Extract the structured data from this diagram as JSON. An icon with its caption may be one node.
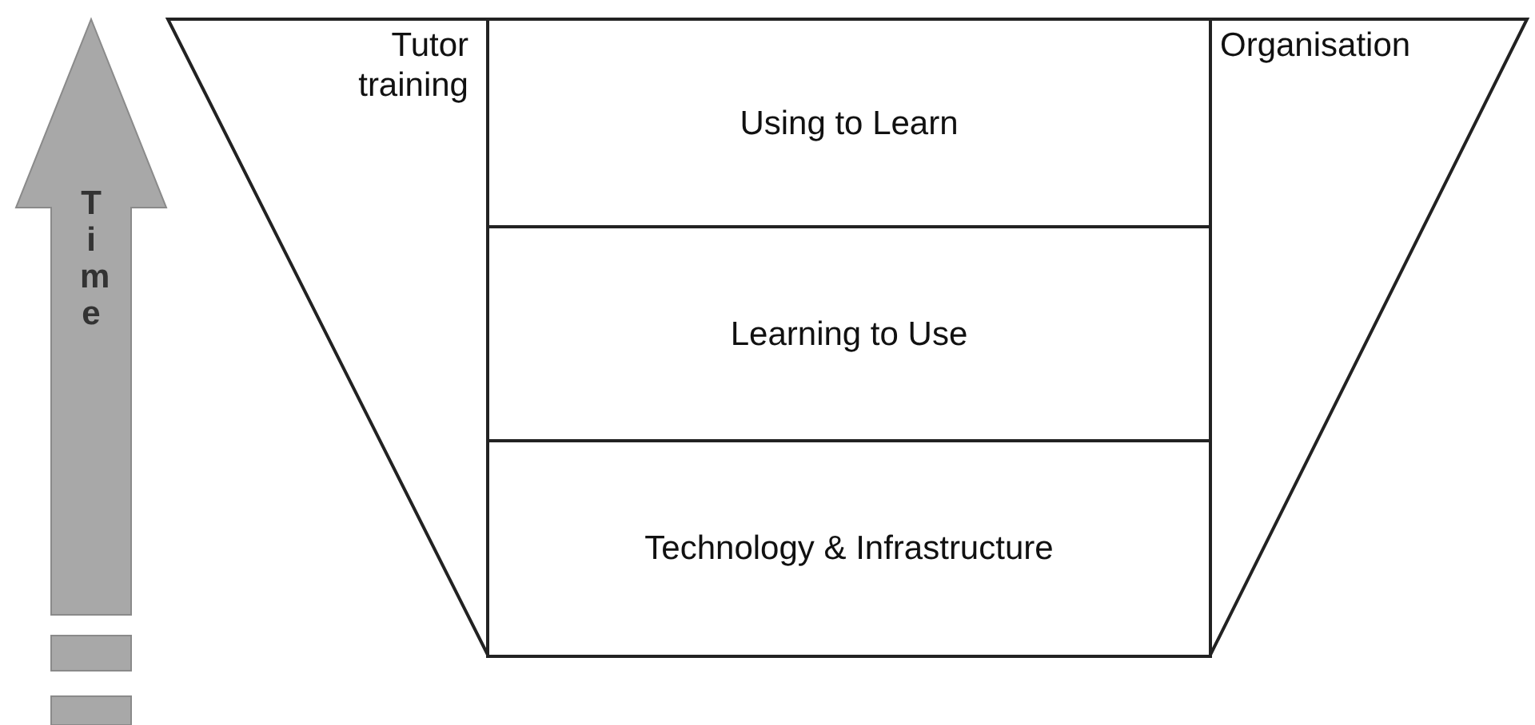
{
  "diagram": {
    "nodes": [
      {
        "text": [
          "Tutor training"
        ]
      },
      {
        "text": [
          "Using to Learn"
        ]
      },
      {
        "text": [
          "Learning to Use"
        ]
      },
      {
        "text": [
          "Technology & Infrastructure"
        ]
      },
      {
        "text": [
          "Organisation"
        ]
      },
      {
        "text": [
          "Time"
        ]
      }
    ],
    "edges": []
  }
}
